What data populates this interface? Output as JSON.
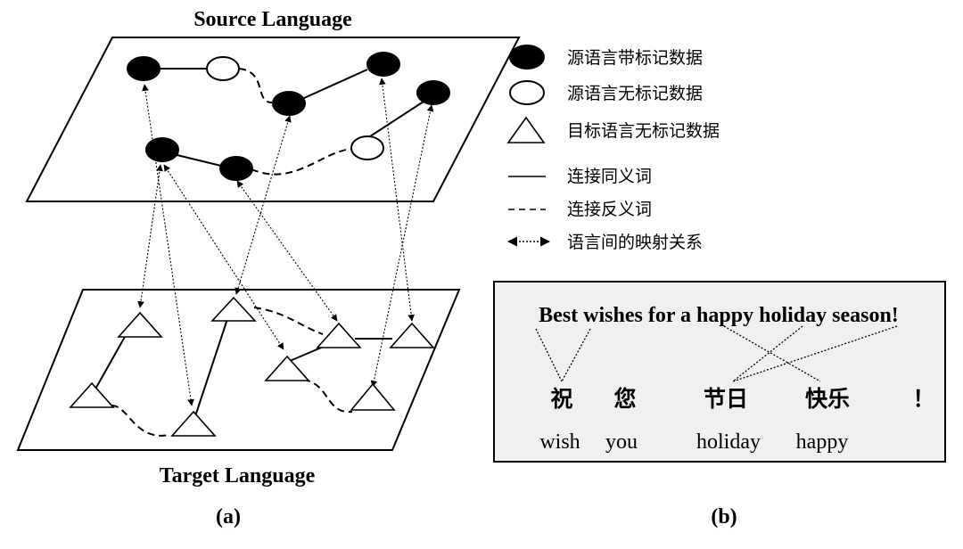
{
  "panel_a": {
    "source_title": "Source Language",
    "target_title": "Target Language",
    "caption": "(a)"
  },
  "legend": {
    "items": [
      {
        "symbol": "filled-circle",
        "label": "源语言带标记数据"
      },
      {
        "symbol": "open-circle",
        "label": "源语言无标记数据"
      },
      {
        "symbol": "triangle",
        "label": "目标语言无标记数据"
      },
      {
        "symbol": "solid-line",
        "label": "连接同义词"
      },
      {
        "symbol": "dashed-line",
        "label": "连接反义词"
      },
      {
        "symbol": "dotted-arrow",
        "label": "语言间的映射关系"
      }
    ]
  },
  "panel_b": {
    "sentence": "Best wishes for a happy holiday season!",
    "chinese": [
      "祝",
      "您",
      "节日",
      "快乐",
      "！"
    ],
    "gloss": [
      "wish",
      "you",
      "holiday",
      "happy"
    ],
    "caption": "(b)"
  }
}
